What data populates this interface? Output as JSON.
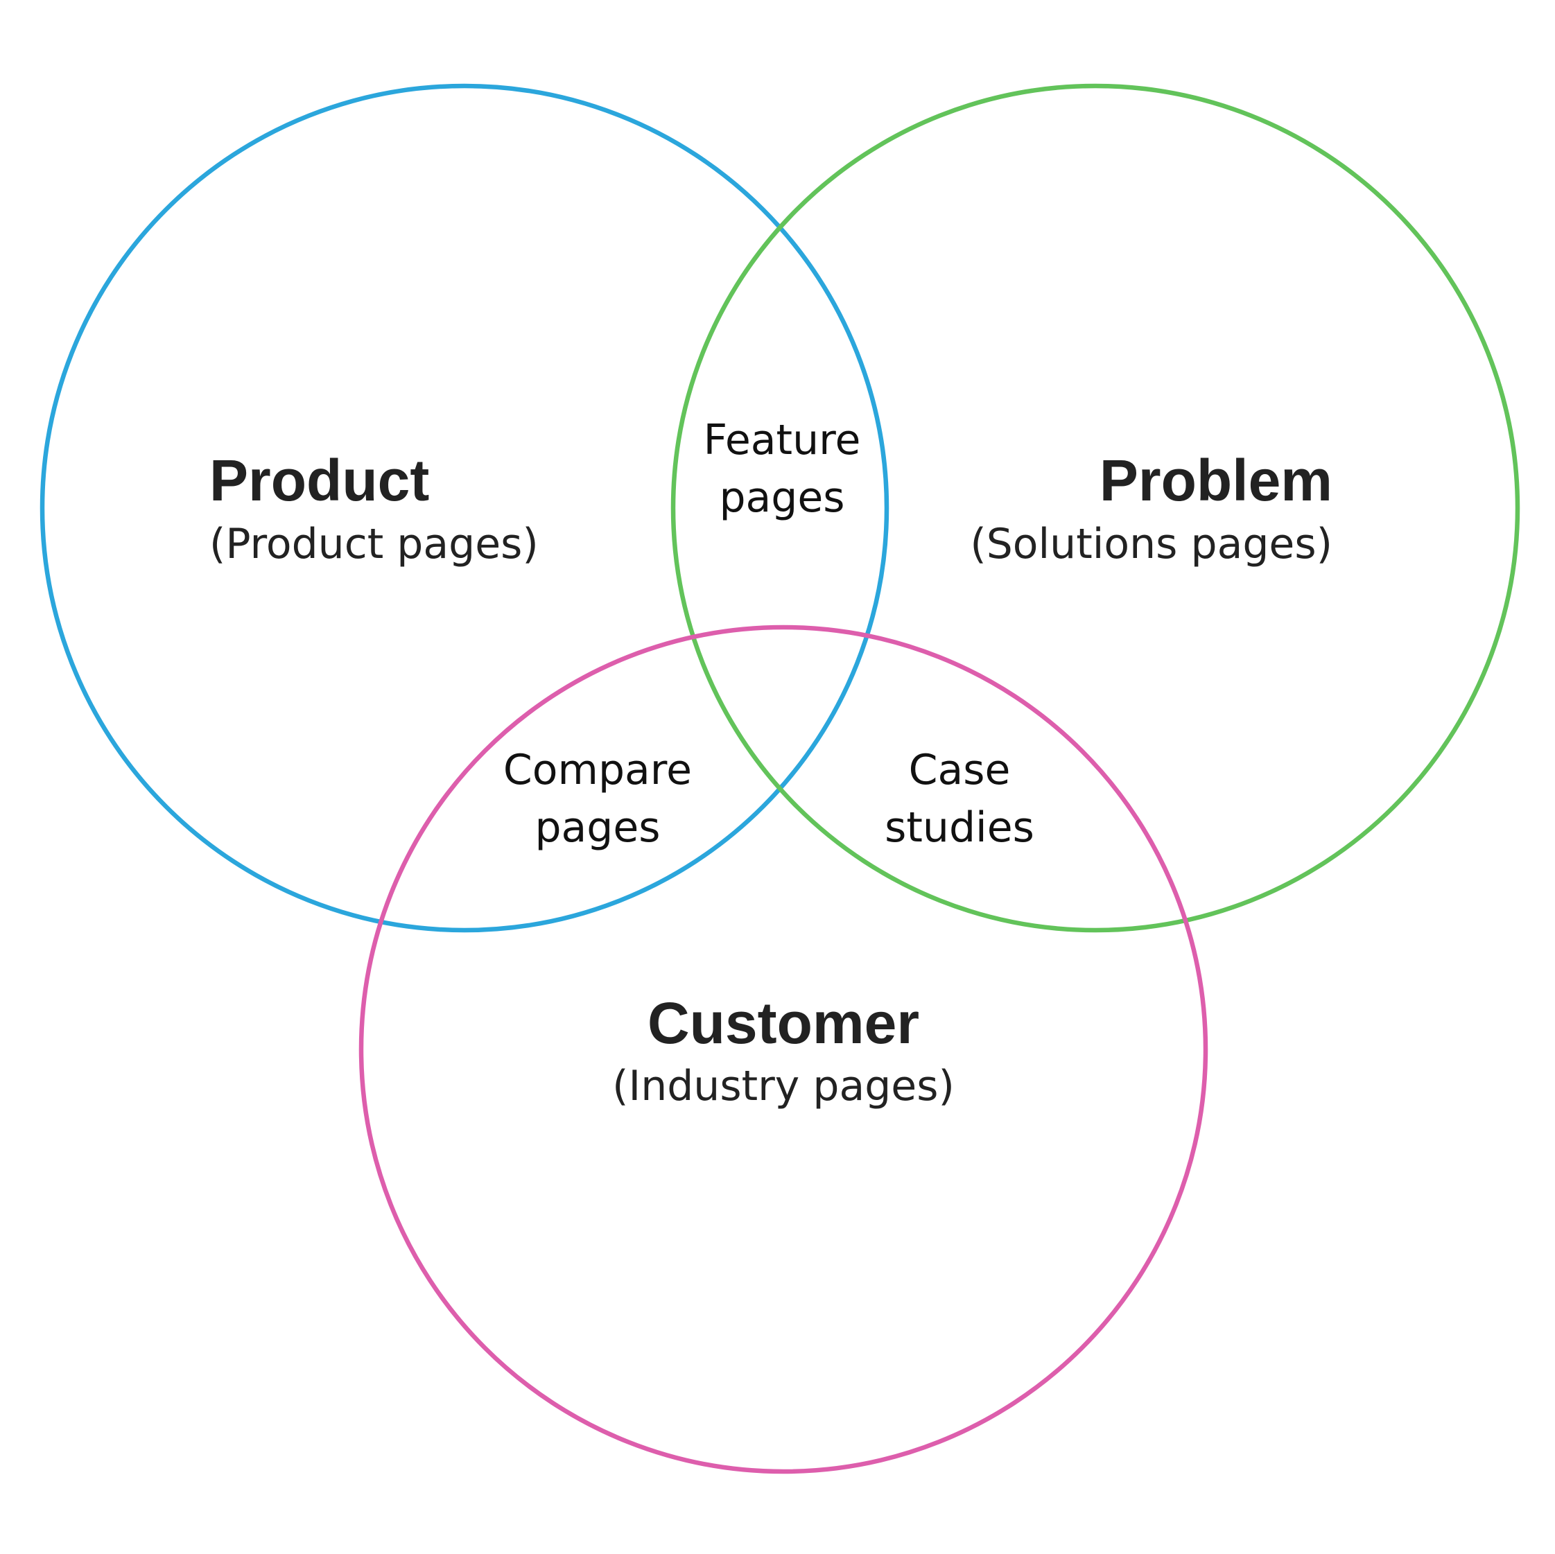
{
  "colors": {
    "product": "#2ba6dc",
    "problem": "#62c35a",
    "customer": "#dd5eac"
  },
  "sets": {
    "product": {
      "title": "Product",
      "subtitle": "(Product pages)"
    },
    "problem": {
      "title": "Problem",
      "subtitle": "(Solutions pages)"
    },
    "customer": {
      "title": "Customer",
      "subtitle": "(Industry pages)"
    }
  },
  "overlaps": {
    "product_problem": [
      "Feature",
      "pages"
    ],
    "product_customer": [
      "Compare",
      "pages"
    ],
    "problem_customer": [
      "Case",
      "studies"
    ]
  }
}
